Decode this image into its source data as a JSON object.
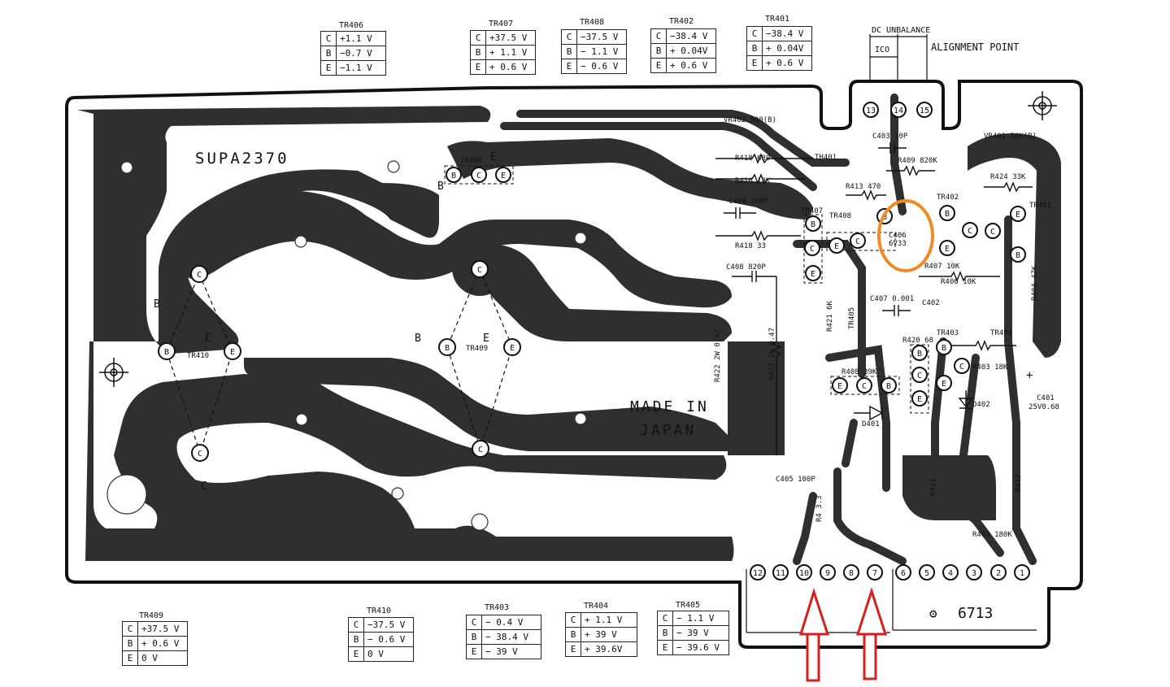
{
  "top_tables": [
    {
      "title": "TR406",
      "rows": [
        {
          "p": "C",
          "v": "+1.1  V"
        },
        {
          "p": "B",
          "v": "−0.7  V"
        },
        {
          "p": "E",
          "v": "−1.1  V"
        }
      ]
    },
    {
      "title": "TR407",
      "rows": [
        {
          "p": "C",
          "v": "+37.5  V"
        },
        {
          "p": "B",
          "v": "+ 1.1  V"
        },
        {
          "p": "E",
          "v": "+ 0.6  V"
        }
      ]
    },
    {
      "title": "TR408",
      "rows": [
        {
          "p": "C",
          "v": "−37.5  V"
        },
        {
          "p": "B",
          "v": "−  1.1  V"
        },
        {
          "p": "E",
          "v": "−  0.6  V"
        }
      ]
    },
    {
      "title": "TR402",
      "rows": [
        {
          "p": "C",
          "v": "−38.4  V"
        },
        {
          "p": "B",
          "v": "+ 0.04V"
        },
        {
          "p": "E",
          "v": "+ 0.6  V"
        }
      ]
    },
    {
      "title": "TR401",
      "rows": [
        {
          "p": "C",
          "v": "−38.4  V"
        },
        {
          "p": "B",
          "v": "+ 0.04V"
        },
        {
          "p": "E",
          "v": "+ 0.6  V"
        }
      ]
    }
  ],
  "bottom_tables": [
    {
      "title": "TR409",
      "rows": [
        {
          "p": "C",
          "v": "+37.5  V"
        },
        {
          "p": "B",
          "v": "+ 0.6  V"
        },
        {
          "p": "E",
          "v": "  0  V"
        }
      ]
    },
    {
      "title": "TR410",
      "rows": [
        {
          "p": "C",
          "v": "−37.5  V"
        },
        {
          "p": "B",
          "v": "− 0.6  V"
        },
        {
          "p": "E",
          "v": "  0  V"
        }
      ]
    },
    {
      "title": "TR403",
      "rows": [
        {
          "p": "C",
          "v": "−   0.4 V"
        },
        {
          "p": "B",
          "v": "−  38.4 V"
        },
        {
          "p": "E",
          "v": "− 39    V"
        }
      ]
    },
    {
      "title": "TR404",
      "rows": [
        {
          "p": "C",
          "v": "+  1.1  V"
        },
        {
          "p": "B",
          "v": "+ 39    V"
        },
        {
          "p": "E",
          "v": "+  39.6V"
        }
      ]
    },
    {
      "title": "TR405",
      "rows": [
        {
          "p": "C",
          "v": "−   1.1  V"
        },
        {
          "p": "B",
          "v": "−  39    V"
        },
        {
          "p": "E",
          "v": "−  39.6 V"
        }
      ]
    }
  ],
  "alignment": {
    "dc_unbalance": "DC UNBALANCE",
    "ico": "ICO",
    "alignment_point": "ALIGNMENT POINT"
  },
  "board": {
    "model": "SUPA2370",
    "made_in": "MADE IN",
    "japan": "JAPAN",
    "part_number": "6713",
    "top_pins": [
      "13",
      "14",
      "15"
    ],
    "bottom_pins": [
      "12",
      "11",
      "10",
      "9",
      "8",
      "7",
      "6",
      "5",
      "4",
      "3",
      "2",
      "1"
    ],
    "components": [
      "VR402 500(B)",
      "R418 680",
      "R416 18K",
      "TH401",
      "C404 100P",
      "R413 470",
      "C403 10P",
      "R409 820K",
      "VR401 50K(B)",
      "R424 33K",
      "TR402",
      "TR401",
      "TR407",
      "TR408",
      "C406",
      "6V33",
      "R418 33",
      "C408 820P",
      "R407 10K",
      "R406 10K",
      "R404 47K",
      "C407 0.001",
      "C402",
      "R420 68",
      "R421 6K",
      "TR405",
      "R403 18K",
      "R408 39K",
      "TR403",
      "TR404",
      "D401",
      "D402",
      "C401",
      "25V0.68",
      "R422 2W 0.47",
      "R423 2W 0.47",
      "C405 100P",
      "R4 3.3",
      "R411",
      "R412",
      "R401 180K",
      "TR406",
      "TR409",
      "TR410"
    ],
    "pin_labels": {
      "c": "C",
      "b": "B",
      "e": "E"
    },
    "plus_sign": "+"
  },
  "colors": {
    "trace": "#2a2a2a",
    "board_outline": "#111",
    "highlight_circle": "#f08a24",
    "arrow": "#d62020"
  }
}
